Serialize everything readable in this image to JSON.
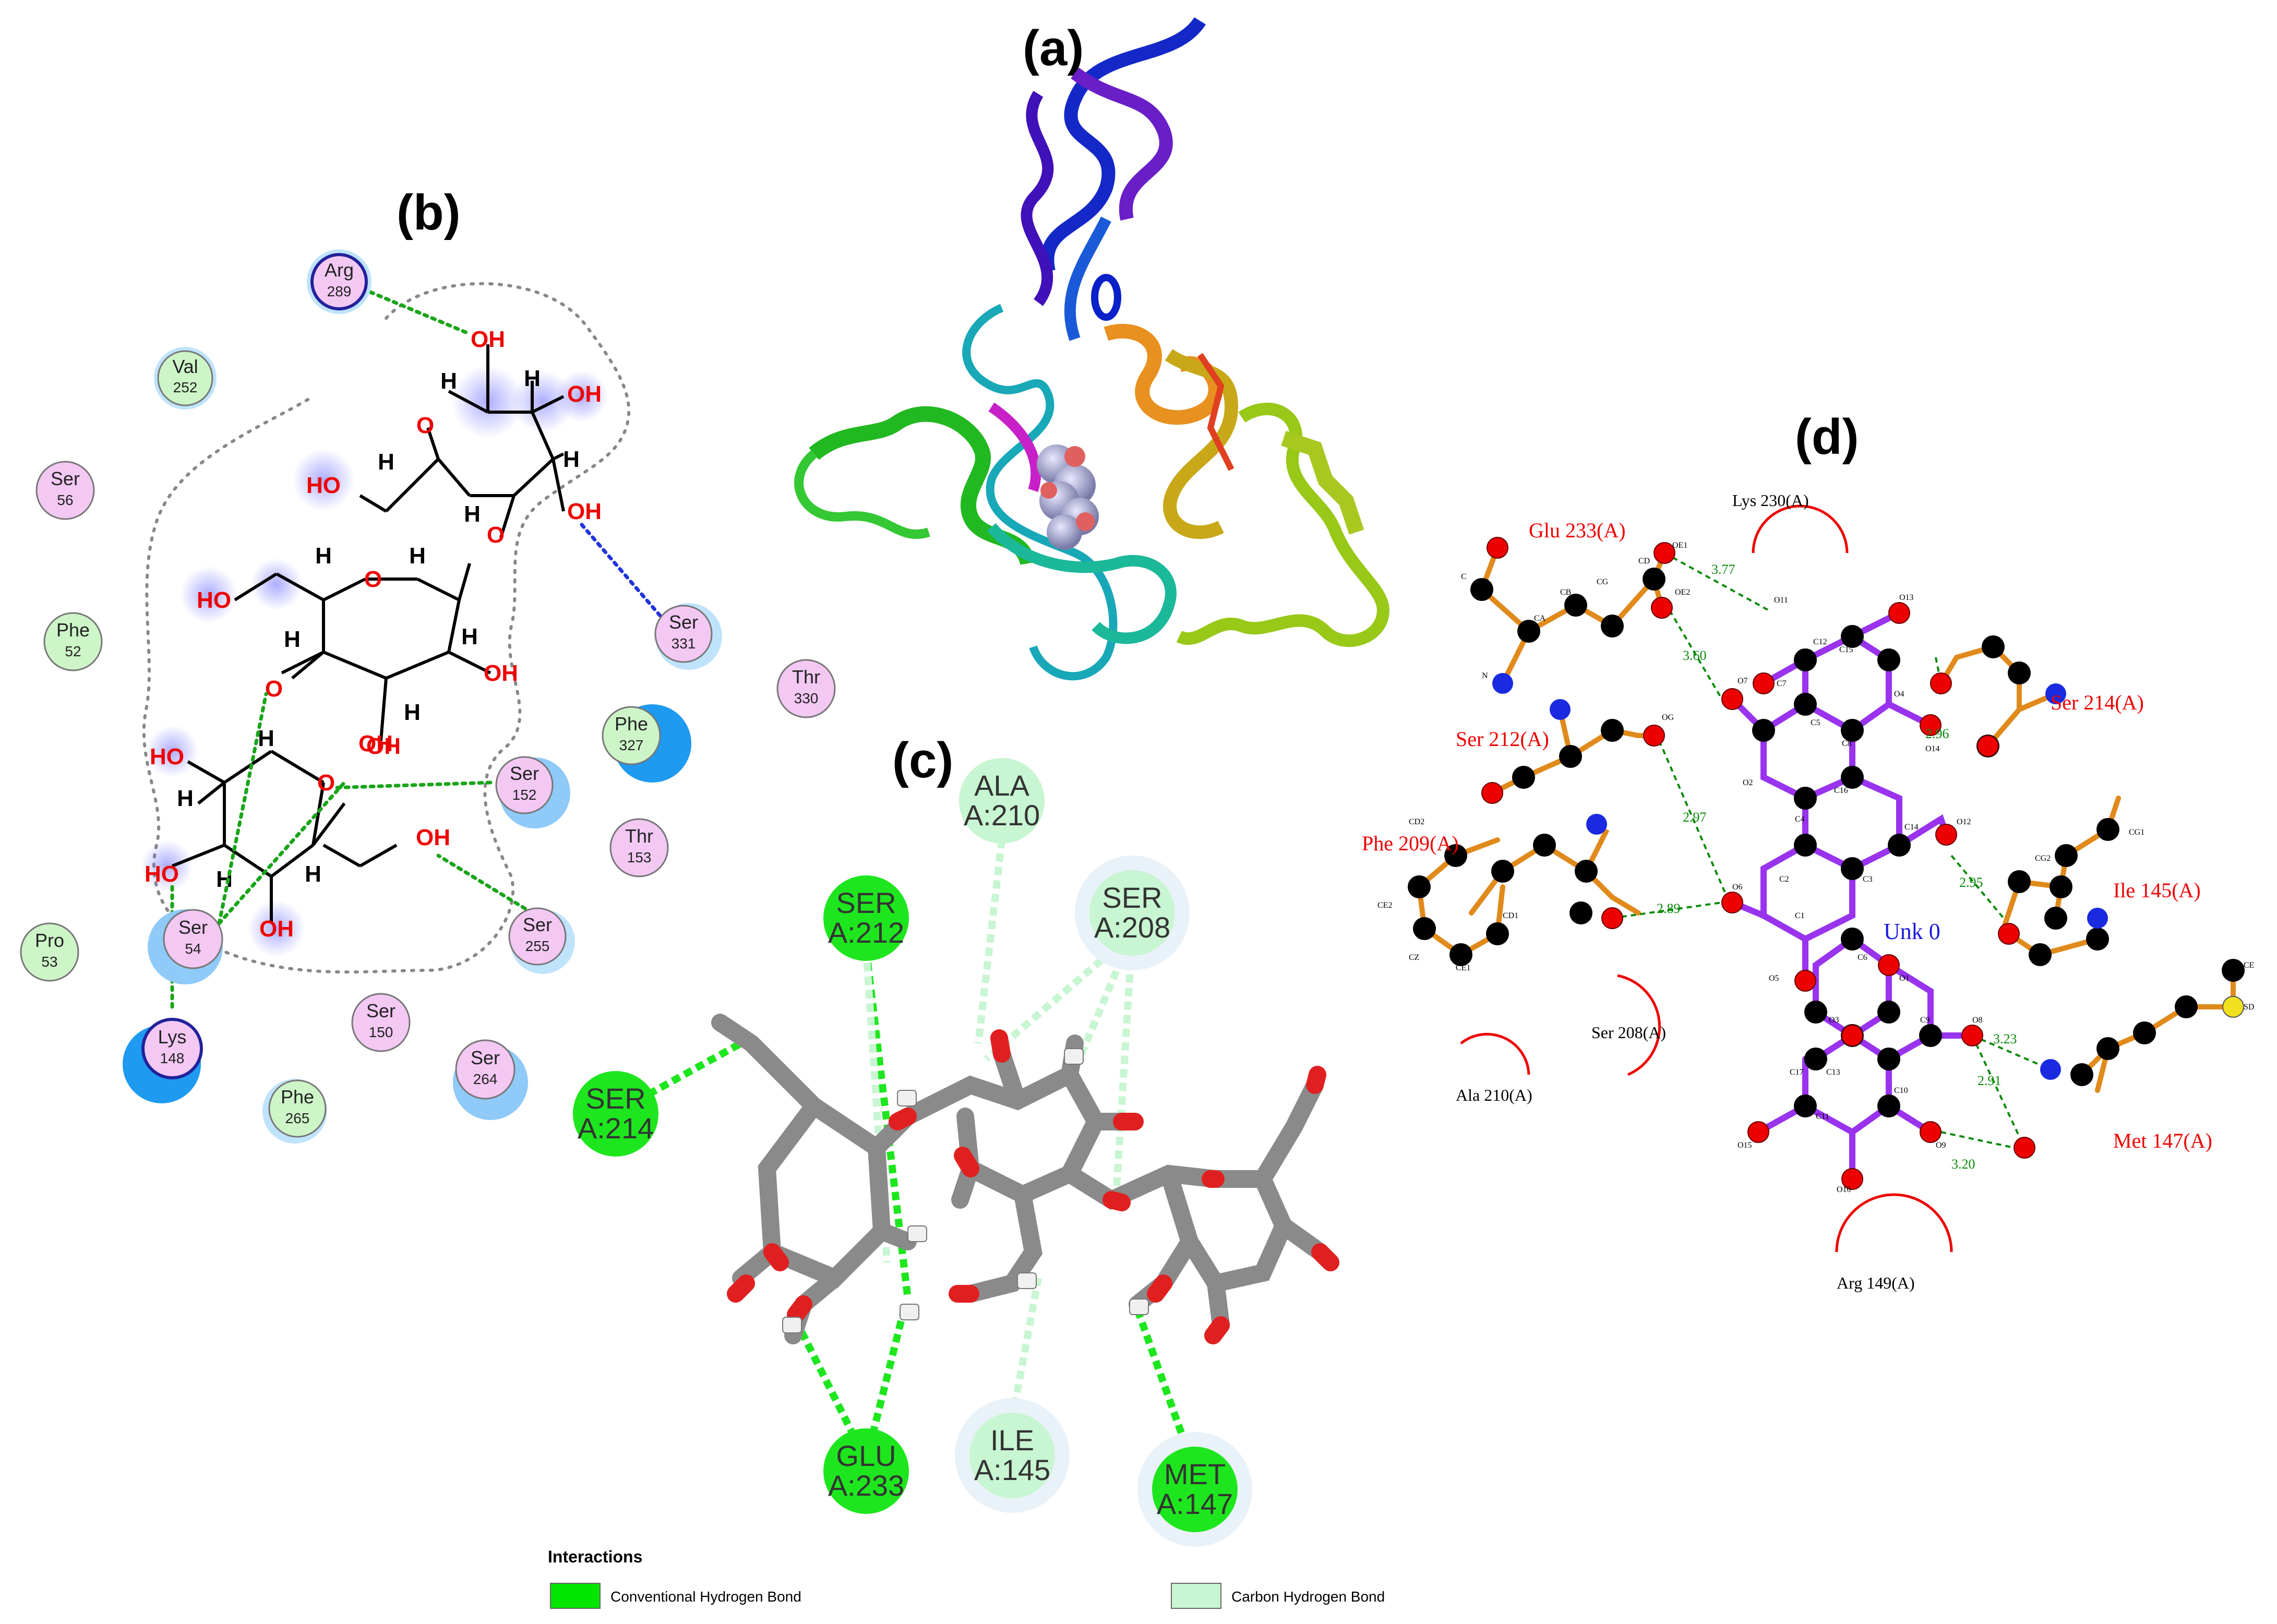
{
  "panels": {
    "a": {
      "label": "(a)"
    },
    "b": {
      "label": "(b)",
      "residues": [
        {
          "name": "Arg",
          "num": "289"
        },
        {
          "name": "Val",
          "num": "252"
        },
        {
          "name": "Ser",
          "num": "56"
        },
        {
          "name": "Phe",
          "num": "52"
        },
        {
          "name": "Ser",
          "num": "331"
        },
        {
          "name": "Thr",
          "num": "330"
        },
        {
          "name": "Phe",
          "num": "327"
        },
        {
          "name": "Ser",
          "num": "152"
        },
        {
          "name": "Thr",
          "num": "153"
        },
        {
          "name": "Ser",
          "num": "255"
        },
        {
          "name": "Pro",
          "num": "53"
        },
        {
          "name": "Ser",
          "num": "54"
        },
        {
          "name": "Lys",
          "num": "148"
        },
        {
          "name": "Ser",
          "num": "150"
        },
        {
          "name": "Ser",
          "num": "264"
        },
        {
          "name": "Phe",
          "num": "265"
        }
      ],
      "atom_labels": {
        "oh": "OH",
        "ho": "HO",
        "o": "O",
        "h": "H"
      }
    },
    "c": {
      "label": "(c)",
      "residues": [
        {
          "name": "ALA",
          "id": "A:210",
          "type": "carbon"
        },
        {
          "name": "SER",
          "id": "A:212",
          "type": "conventional"
        },
        {
          "name": "SER",
          "id": "A:208",
          "type": "carbon"
        },
        {
          "name": "SER",
          "id": "A:214",
          "type": "conventional"
        },
        {
          "name": "GLU",
          "id": "A:233",
          "type": "conventional"
        },
        {
          "name": "ILE",
          "id": "A:145",
          "type": "carbon"
        },
        {
          "name": "MET",
          "id": "A:147",
          "type": "conventional"
        }
      ]
    },
    "d": {
      "label": "(d)",
      "ligand": "Unk 0",
      "residues_bonded": [
        "Glu 233(A)",
        "Ser 212(A)",
        "Phe 209(A)",
        "Ser 214(A)",
        "Ile 145(A)",
        "Met 147(A)"
      ],
      "residues_hydrophobic": [
        "Lys 230(A)",
        "Ser 208(A)",
        "Ala 210(A)",
        "Arg 149(A)"
      ],
      "distances": [
        "3.77",
        "3.60",
        "2.96",
        "2.97",
        "2.89",
        "2.95",
        "3.23",
        "2.91",
        "3.20"
      ],
      "atom_names": [
        "OE1",
        "OE2",
        "CD",
        "CG",
        "CB",
        "CA",
        "C",
        "O",
        "N",
        "OG",
        "O11",
        "O7",
        "C7",
        "C12",
        "C15",
        "O13",
        "O4",
        "C5",
        "C8",
        "O14",
        "C16",
        "O2",
        "C4",
        "O",
        "C2",
        "O6",
        "C3",
        "C14",
        "O12",
        "C1",
        "O5",
        "O1",
        "C6",
        "O3",
        "C9",
        "O8",
        "C13",
        "C17",
        "C10",
        "C11",
        "O15",
        "O10",
        "O9",
        "CD2",
        "CD1",
        "CE2",
        "CE1",
        "CZ",
        "CG1",
        "CG2",
        "SD",
        "CE"
      ]
    }
  },
  "legend": {
    "title": "Interactions",
    "items": [
      {
        "label": "Conventional Hydrogen Bond",
        "color": "#00e600"
      },
      {
        "label": "Carbon Hydrogen Bond",
        "color": "#c8f5d2"
      }
    ]
  },
  "colors": {
    "pink_residue": "#f3c8f3",
    "green_residue": "#cdf5c8",
    "hbond_green": "#1aa51a",
    "hbond_blue": "#2233dd",
    "purple_bond": "#9933ee",
    "orange_bond": "#e08a1c"
  }
}
